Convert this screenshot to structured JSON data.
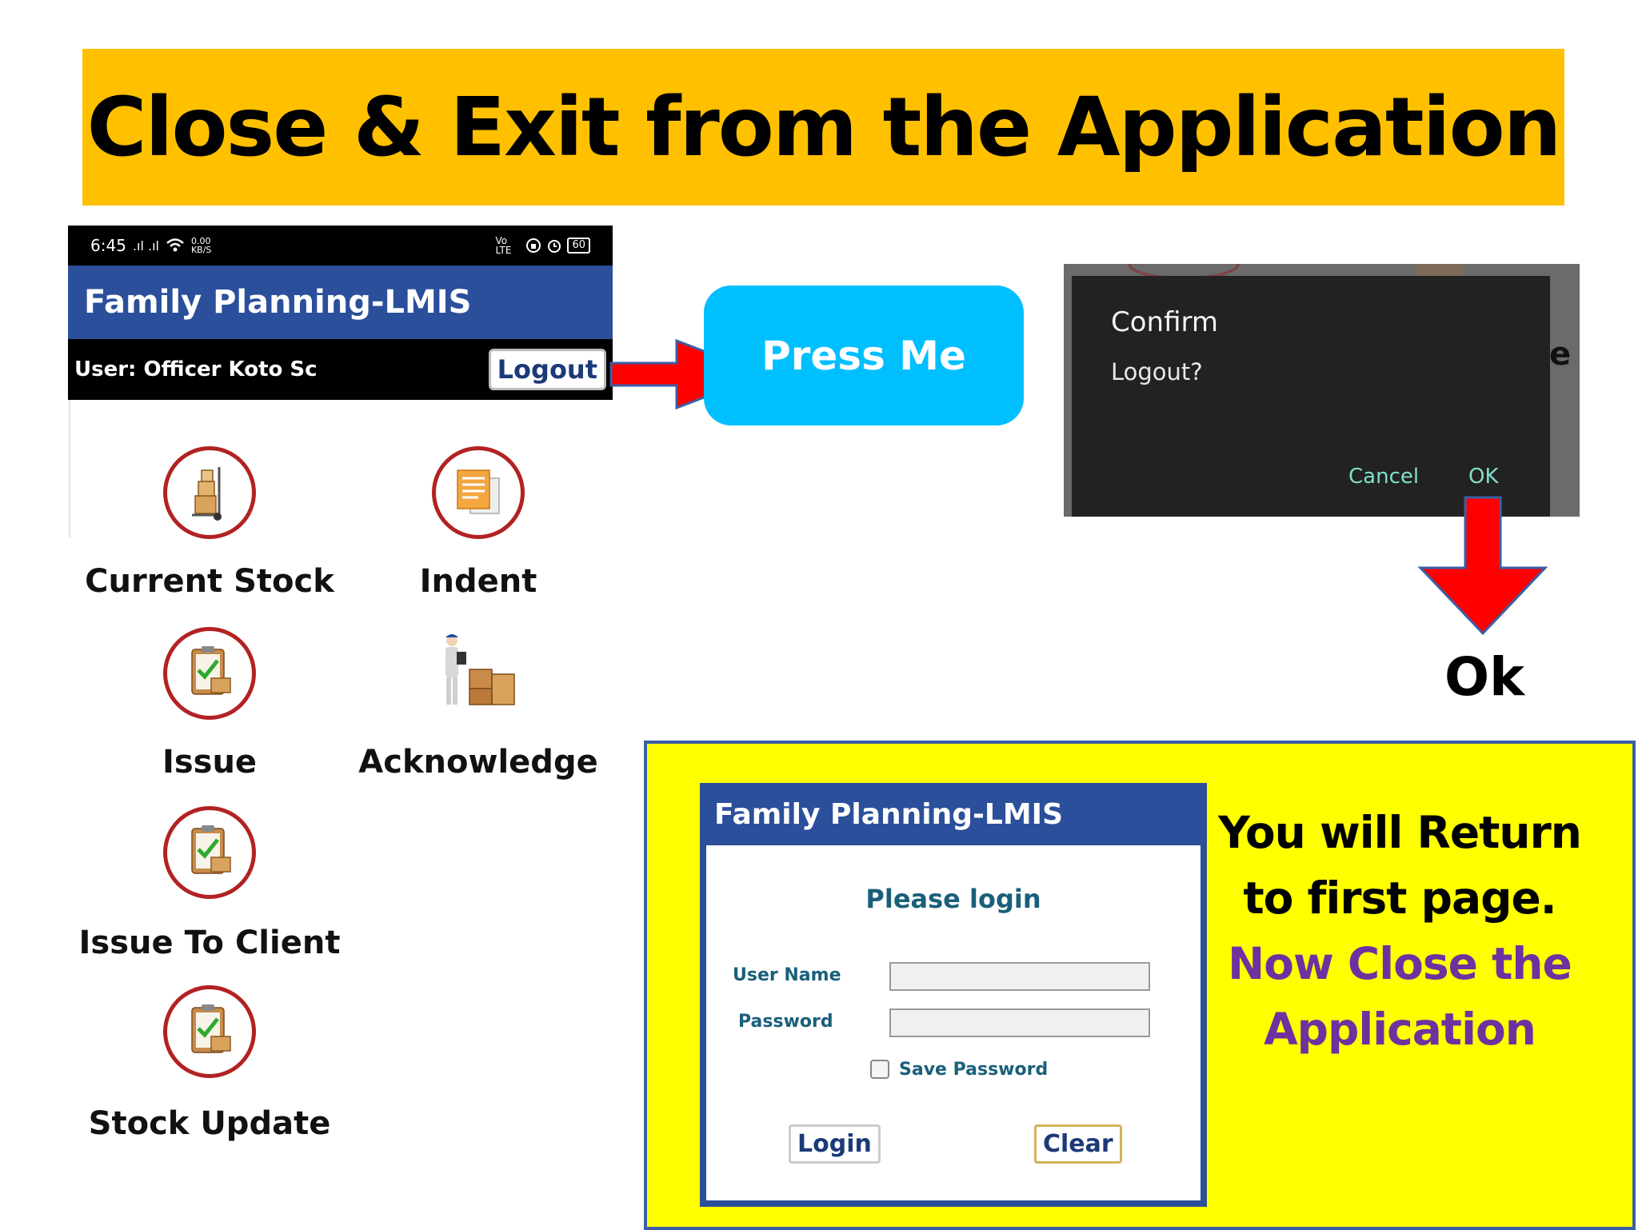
{
  "slide": {
    "title": "Close & Exit from the Application"
  },
  "phone": {
    "status_time": "6:45",
    "status_signal": ".ıl .ıl",
    "status_speed": "0.00 KB/S",
    "status_right": "Vo LTE",
    "battery": "60",
    "app_title": "Family Planning-LMIS",
    "user_label": "User: Officer Koto Sc",
    "logout_label": "Logout",
    "menu": [
      {
        "label": "Current Stock",
        "icon": "hand-truck-boxes-icon"
      },
      {
        "label": "Indent",
        "icon": "document-stack-icon"
      },
      {
        "label": "Issue",
        "icon": "clipboard-check-icon"
      },
      {
        "label": "Acknowledge",
        "icon": "worker-boxes-icon"
      },
      {
        "label": "Issue To Client",
        "icon": "clipboard-check-icon"
      },
      {
        "label": "Stock Update",
        "icon": "clipboard-check-icon"
      }
    ]
  },
  "press_me": {
    "label": "Press Me"
  },
  "dialog": {
    "title": "Confirm",
    "message": "Logout?",
    "cancel": "Cancel",
    "ok": "OK",
    "clipped_letter": "e"
  },
  "ok_caption": "Ok",
  "login": {
    "header": "Family Planning-LMIS",
    "prompt": "Please login",
    "username_label": "User Name",
    "password_label": "Password",
    "save_password_label": "Save Password",
    "login_button": "Login",
    "clear_button": "Clear"
  },
  "message": {
    "line1": "You will Return to first page.",
    "line2": "Now Close the Application"
  },
  "colors": {
    "banner": "#FFC000",
    "app_blue": "#2B4F9B",
    "press_me": "#00BFFF",
    "arrow": "#FF0000",
    "panel": "#FFFF00",
    "purple_text": "#7030A0",
    "dialog_button": "#7FE0C8"
  }
}
